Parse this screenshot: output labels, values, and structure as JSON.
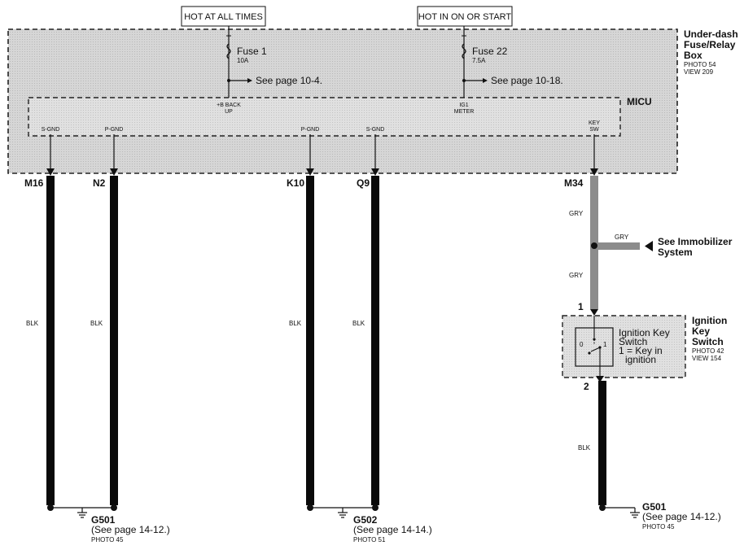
{
  "power": {
    "hot_at_all_times": "HOT AT ALL TIMES",
    "hot_in_on_or_start": "HOT IN ON OR START"
  },
  "fuse_box": {
    "name_line1": "Under-dash",
    "name_line2": "Fuse/Relay",
    "name_line3": "Box",
    "photo": "PHOTO 54",
    "view": "VIEW 209"
  },
  "fuses": [
    {
      "label": "Fuse 1",
      "rating": "10A",
      "see": "See page 10-4."
    },
    {
      "label": "Fuse 22",
      "rating": "7.5A",
      "see": "See page 10-18."
    }
  ],
  "micu": {
    "title": "MICU",
    "backup_label_1": "+B BACK",
    "backup_label_2": "UP",
    "ig1_label_1": "IG1",
    "ig1_label_2": "METER",
    "pins": [
      "S-GND",
      "P-GND",
      "P-GND",
      "S-GND"
    ],
    "key_sw_1": "KEY",
    "key_sw_2": "SW"
  },
  "connectors": [
    "M16",
    "N2",
    "K10",
    "Q9",
    "M34"
  ],
  "wire_colors": {
    "blk": "BLK",
    "gry": "GRY"
  },
  "immobilizer": {
    "line1": "See Immobilizer",
    "line2": "System"
  },
  "ignition_switch": {
    "pin_in": "1",
    "pin_out": "2",
    "inner_title_1": "Ignition Key",
    "inner_title_2": "Switch",
    "inner_note_1": "1 = Key in",
    "inner_note_2": "ignition",
    "pos_0": "0",
    "pos_1": "1",
    "name_line1": "Ignition",
    "name_line2": "Key",
    "name_line3": "Switch",
    "photo": "PHOTO 42",
    "view": "VIEW 154"
  },
  "grounds": [
    {
      "name": "G501",
      "see": "(See page 14-12.)",
      "photo": "PHOTO 45"
    },
    {
      "name": "G502",
      "see": "(See page 14-14.)",
      "photo": "PHOTO 51"
    },
    {
      "name": "G501",
      "see": "(See page 14-12.)",
      "photo": "PHOTO 45"
    }
  ],
  "colors": {
    "box_fill": "#d4d4d4",
    "wire_blk": "#0a0a0a",
    "wire_gry": "#8c8c8c"
  }
}
